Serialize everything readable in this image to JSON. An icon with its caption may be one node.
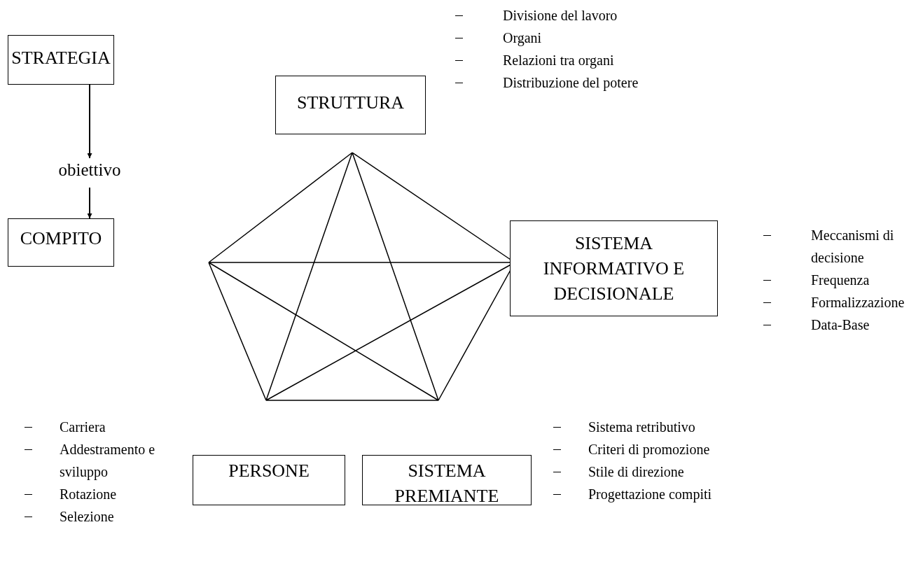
{
  "diagram": {
    "nodes": [
      {
        "text": [
          "STRATEGIA"
        ]
      },
      {
        "text": [
          "obiettivo"
        ]
      },
      {
        "text": [
          "COMPITO"
        ]
      },
      {
        "text": [
          "STRUTTURA"
        ],
        "beside": [
          "Divisione del lavoro",
          "Organi",
          "Relazioni tra organi",
          "Distribuzione del potere"
        ]
      },
      {
        "text": [
          "SISTEMA INFORMATIVO E DECISIONALE"
        ],
        "beside": [
          "Meccanismi di decisione",
          "Frequenza",
          "Formalizzazione",
          "Data-Base"
        ]
      },
      {
        "text": [
          "PERSONE"
        ],
        "beside": [
          "Carriera",
          "Addestramento e sviluppo",
          "Rotazione",
          "Selezione"
        ]
      },
      {
        "text": [
          "SISTEMA PREMIANTE"
        ],
        "beside": [
          "Sistema retributivo",
          "Criteri di promozione",
          "Stile di direzione",
          "Progettazione compiti"
        ]
      }
    ],
    "edges": [
      {
        "from": 0,
        "to": 1,
        "arrow": "to"
      },
      {
        "from": 1,
        "to": 2,
        "arrow": "to"
      }
    ]
  }
}
